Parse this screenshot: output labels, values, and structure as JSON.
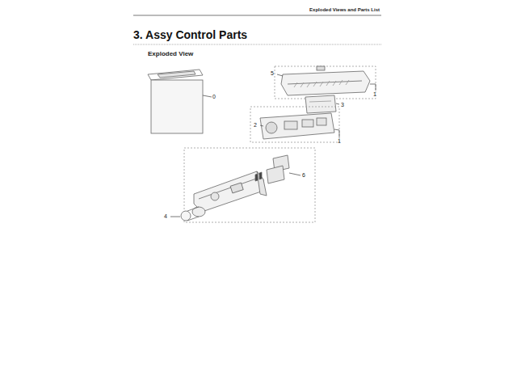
{
  "diagram": {
    "title": "3. Assy Control Parts",
    "labels": [
      "Exploded Views and Parts List",
      "Exploded View",
      "0",
      "5",
      "1",
      "3",
      "2",
      "1",
      "6",
      "4"
    ]
  }
}
